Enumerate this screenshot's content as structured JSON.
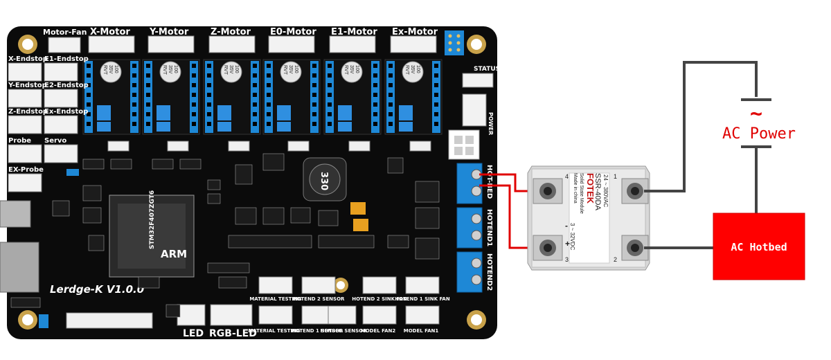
{
  "board": {
    "motors": [
      "X-Motor",
      "Y-Motor",
      "Z-Motor",
      "E0-Motor",
      "E1-Motor",
      "Ex-Motor"
    ],
    "motor_fan": "Motor-Fan",
    "left_connectors": [
      "X-Endstop",
      "E1-Endstop",
      "Y-Endstop",
      "E2-Endstop",
      "Z-Endstop",
      "Ex-Endstop",
      "Probe",
      "Servo",
      "EX-Probe"
    ],
    "name": "Lerdge-K V1.0.0",
    "status": "STATUS",
    "power": "POWER",
    "heater_outputs": [
      "HOT-BED",
      "HOTEND1",
      "HOTEND2"
    ],
    "bottom_connectors": [
      "LED",
      "RGB-LED"
    ],
    "bottom_top_row": [
      "MATERIAL TESTING",
      "HOTEND 2 SENSOR",
      "HOTEND 2 SINK FAN",
      "HOTEND 1 SINK FAN"
    ],
    "bottom_bottom_row": [
      "MATERIAL TESTING",
      "HOTEND 1 SENSOR",
      "HOTBED SENSOR",
      "MODEL FAN2",
      "MODEL FAN1"
    ],
    "chip_brand": "ARM",
    "chip_part": "STM32F407ZGT6",
    "inductor": "330",
    "capacitor": [
      "100",
      "35V",
      "RVT"
    ]
  },
  "ssr": {
    "brand": "FOTEK",
    "model": "SSR-40DA",
    "subtitle": "Solid State Module",
    "made_in": "Made in china",
    "input_range": "3 ~ 32VDC",
    "output_range": "24 ~ 380VAC",
    "terminals": [
      "1",
      "2",
      "3",
      "4"
    ],
    "polarity_plus": "+",
    "polarity_minus": "-"
  },
  "diagram": {
    "power_label": "AC Power",
    "power_symbol": "~",
    "hotbed_label": "AC Hotbed"
  },
  "colors": {
    "pcb": "#0b0b0b",
    "wire_red": "#e00000",
    "wire_gray": "#444444",
    "hotbed_fill": "#ff0000",
    "power_text": "#e00000",
    "terminal_blue": "#1e88d6"
  }
}
